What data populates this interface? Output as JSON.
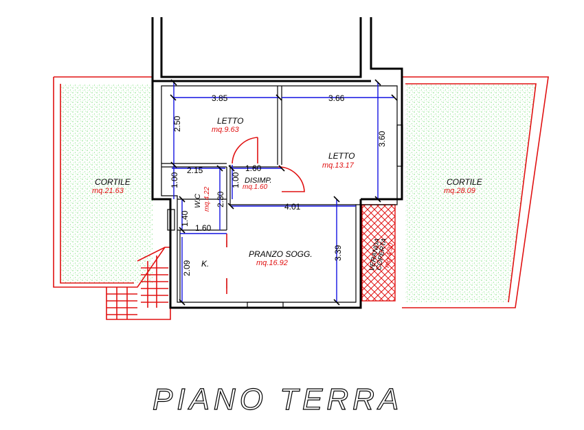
{
  "plan": {
    "title": "PIANO TERRA",
    "colors": {
      "wall": "#000000",
      "red_outline": "#e01010",
      "dimension_line": "#1010e0",
      "garden_dots": "#2ecc2e",
      "veranda_hatch": "#e01010"
    },
    "rooms": {
      "letto1": {
        "name": "LETTO",
        "area": "mq.9.63"
      },
      "letto2": {
        "name": "LETTO",
        "area": "mq.13.17"
      },
      "disimp": {
        "name": "DISIMP.",
        "area": "mq.1.60"
      },
      "wc": {
        "name": "W.C",
        "area": "mq.4.22"
      },
      "pranzo": {
        "name": "PRANZO SOGG.",
        "area": "mq.16.92"
      },
      "kitchen": {
        "name": "K."
      },
      "cortile_left": {
        "name": "CORTILE",
        "area": "mq.21.63"
      },
      "cortile_right": {
        "name": "CORTILE",
        "area": "mq.28.09"
      },
      "veranda": {
        "name_line1": "VERANDA",
        "name_line2": "COPERTA",
        "area": "mq.4.30"
      }
    },
    "dimensions": {
      "d_385": "3.85",
      "d_366": "3.66",
      "d_250": "2.50",
      "d_360": "3.60",
      "d_215": "2.15",
      "d_160_top": "1.60",
      "d_100_left": "1.00",
      "d_100_mid": "1.00",
      "d_230": "2.30",
      "d_401": "4.01",
      "d_140": "1.40",
      "d_160_bottom": "1.60",
      "d_339": "3.39",
      "d_209": "2.09"
    }
  }
}
